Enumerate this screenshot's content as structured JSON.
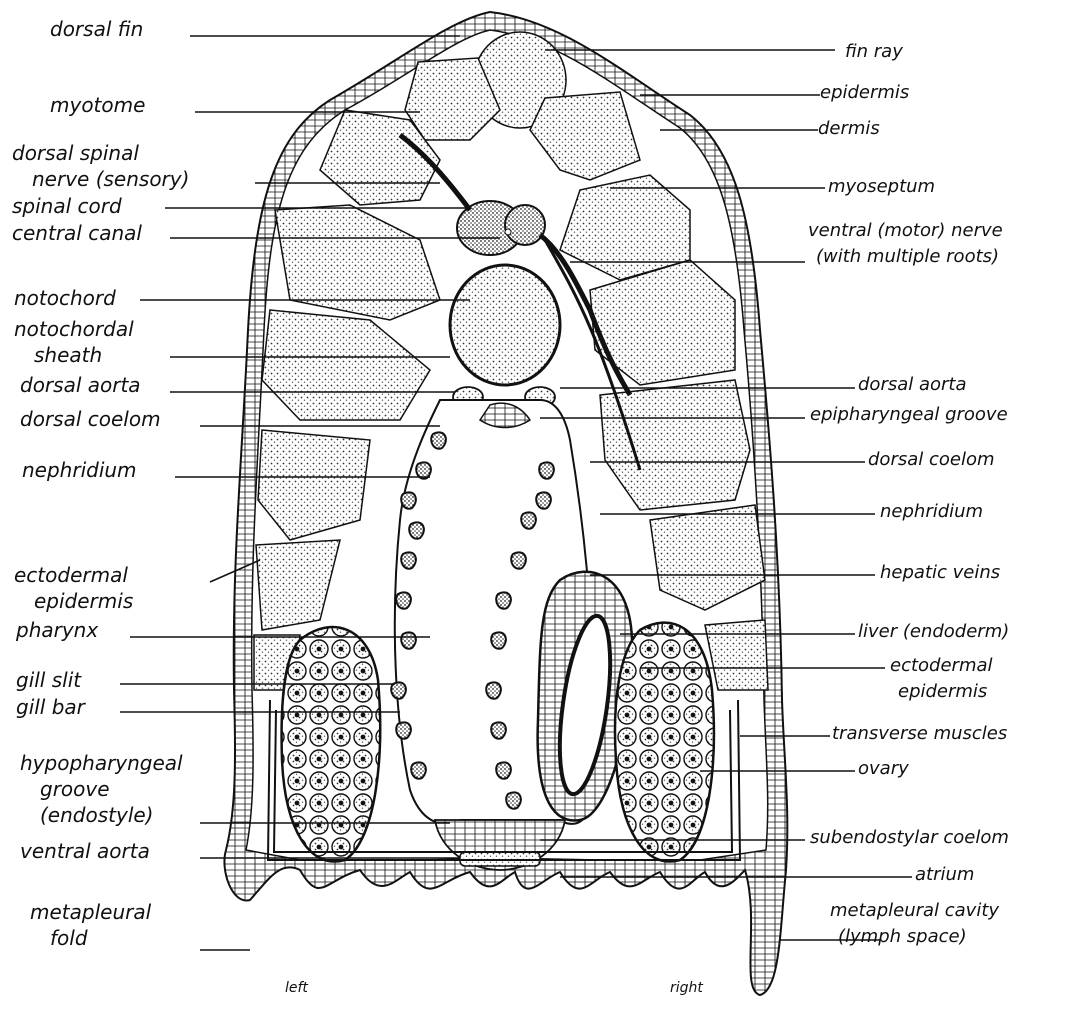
{
  "diagram": {
    "ink_color": "#111111",
    "background_color": "#ffffff",
    "tissue_fill": "#d9d9d9",
    "labels_left": [
      {
        "id": "dorsal-fin",
        "lines": [
          "dorsal fin"
        ]
      },
      {
        "id": "myotome",
        "lines": [
          "myotome"
        ]
      },
      {
        "id": "dorsal-spinal-nerve",
        "lines": [
          "dorsal spinal",
          "nerve (sensory)"
        ]
      },
      {
        "id": "spinal-cord",
        "lines": [
          "spinal cord"
        ]
      },
      {
        "id": "central-canal",
        "lines": [
          "central canal"
        ]
      },
      {
        "id": "notochord",
        "lines": [
          "notochord"
        ]
      },
      {
        "id": "notochordal-sheath",
        "lines": [
          "notochordal",
          "sheath"
        ]
      },
      {
        "id": "dorsal-aorta-left",
        "lines": [
          "dorsal aorta"
        ]
      },
      {
        "id": "dorsal-coelom-left",
        "lines": [
          "dorsal coelom"
        ]
      },
      {
        "id": "nephridium-left",
        "lines": [
          "nephridium"
        ]
      },
      {
        "id": "ectodermal-epidermis-left",
        "lines": [
          "ectodermal",
          "epidermis"
        ]
      },
      {
        "id": "pharynx",
        "lines": [
          "pharynx"
        ]
      },
      {
        "id": "gill-slit",
        "lines": [
          "gill slit"
        ]
      },
      {
        "id": "gill-bar",
        "lines": [
          "gill bar"
        ]
      },
      {
        "id": "hypopharyngeal-groove",
        "lines": [
          "hypopharyngeal",
          "groove",
          "(endostyle)"
        ]
      },
      {
        "id": "ventral-aorta",
        "lines": [
          "ventral aorta"
        ]
      },
      {
        "id": "metapleural-fold",
        "lines": [
          "metapleural",
          "fold"
        ]
      }
    ],
    "labels_right": [
      {
        "id": "fin-ray",
        "lines": [
          "fin ray"
        ]
      },
      {
        "id": "epidermis",
        "lines": [
          "epidermis"
        ]
      },
      {
        "id": "dermis",
        "lines": [
          "dermis"
        ]
      },
      {
        "id": "myoseptum",
        "lines": [
          "myoseptum"
        ]
      },
      {
        "id": "ventral-motor-nerve",
        "lines": [
          "ventral (motor) nerve",
          "(with multiple roots)"
        ]
      },
      {
        "id": "dorsal-aorta-right",
        "lines": [
          "dorsal aorta"
        ]
      },
      {
        "id": "epipharyngeal-groove",
        "lines": [
          "epipharyngeal groove"
        ]
      },
      {
        "id": "dorsal-coelom-right",
        "lines": [
          "dorsal coelom"
        ]
      },
      {
        "id": "nephridium-right",
        "lines": [
          "nephridium"
        ]
      },
      {
        "id": "hepatic-veins",
        "lines": [
          "hepatic veins"
        ]
      },
      {
        "id": "liver",
        "lines": [
          "liver (endoderm)"
        ]
      },
      {
        "id": "ectodermal-epidermis-right",
        "lines": [
          "ectodermal",
          "epidermis"
        ]
      },
      {
        "id": "transverse-muscles",
        "lines": [
          "transverse muscles"
        ]
      },
      {
        "id": "ovary",
        "lines": [
          "ovary"
        ]
      },
      {
        "id": "subendostylar-coelom",
        "lines": [
          "subendostylar coelom"
        ]
      },
      {
        "id": "atrium",
        "lines": [
          "atrium"
        ]
      },
      {
        "id": "metapleural-cavity",
        "lines": [
          "metapleural cavity",
          "(lymph space)"
        ]
      }
    ],
    "side_labels": {
      "left": "left",
      "right": "right"
    }
  }
}
